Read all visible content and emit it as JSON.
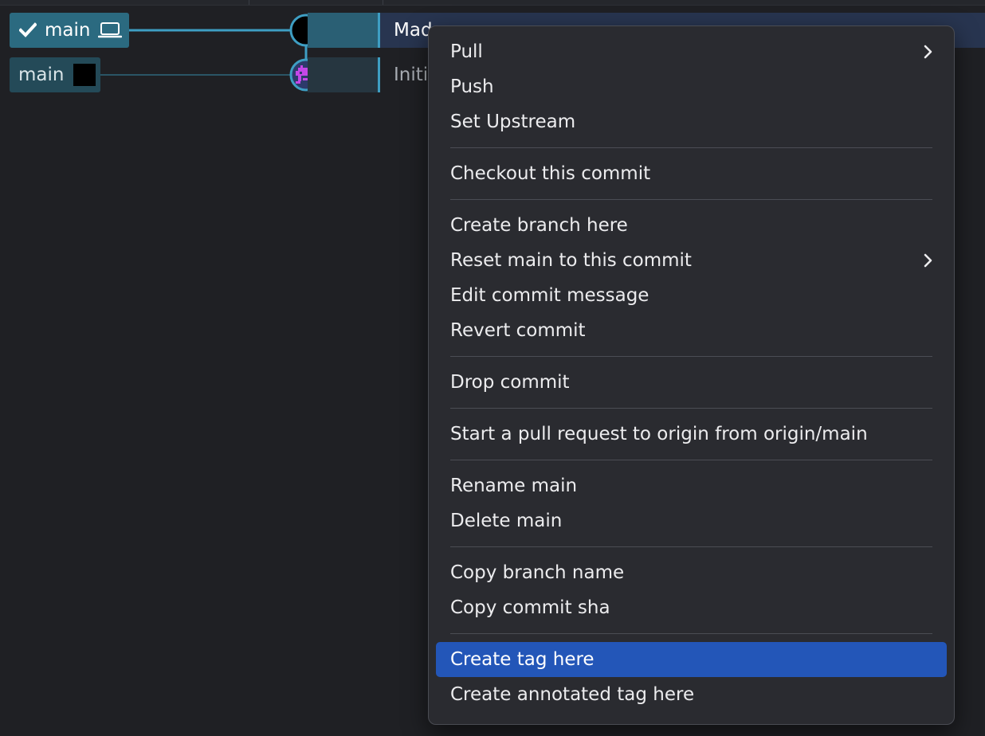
{
  "branches": {
    "local": {
      "name": "main",
      "icon": "laptop-icon",
      "checked_out": true
    },
    "remote": {
      "name": "main",
      "avatar": "remote-avatar"
    }
  },
  "commits": [
    {
      "message": "Mad",
      "selected": true
    },
    {
      "message": "Initi",
      "selected": false
    }
  ],
  "colors": {
    "background": "#1f2024",
    "branch_local": "#2b6a80",
    "branch_remote": "#244a58",
    "graph_line": "#3e9ec3",
    "menu_bg": "#2a2b30",
    "menu_highlight": "#2356b8",
    "selected_row": "#283550"
  },
  "context_menu": {
    "groups": [
      {
        "items": [
          {
            "label": "Pull",
            "submenu": true
          },
          {
            "label": "Push"
          },
          {
            "label": "Set Upstream"
          }
        ]
      },
      {
        "items": [
          {
            "label": "Checkout this commit"
          }
        ]
      },
      {
        "items": [
          {
            "label": "Create branch here"
          },
          {
            "label": "Reset main to this commit",
            "submenu": true
          },
          {
            "label": "Edit commit message"
          },
          {
            "label": "Revert commit"
          }
        ]
      },
      {
        "items": [
          {
            "label": "Drop commit"
          }
        ]
      },
      {
        "items": [
          {
            "label": "Start a pull request to origin from origin/main"
          }
        ]
      },
      {
        "items": [
          {
            "label": "Rename main"
          },
          {
            "label": "Delete main"
          }
        ]
      },
      {
        "items": [
          {
            "label": "Copy branch name"
          },
          {
            "label": "Copy commit sha"
          }
        ]
      },
      {
        "items": [
          {
            "label": "Create tag here",
            "highlighted": true
          },
          {
            "label": "Create annotated tag here"
          }
        ]
      }
    ]
  }
}
